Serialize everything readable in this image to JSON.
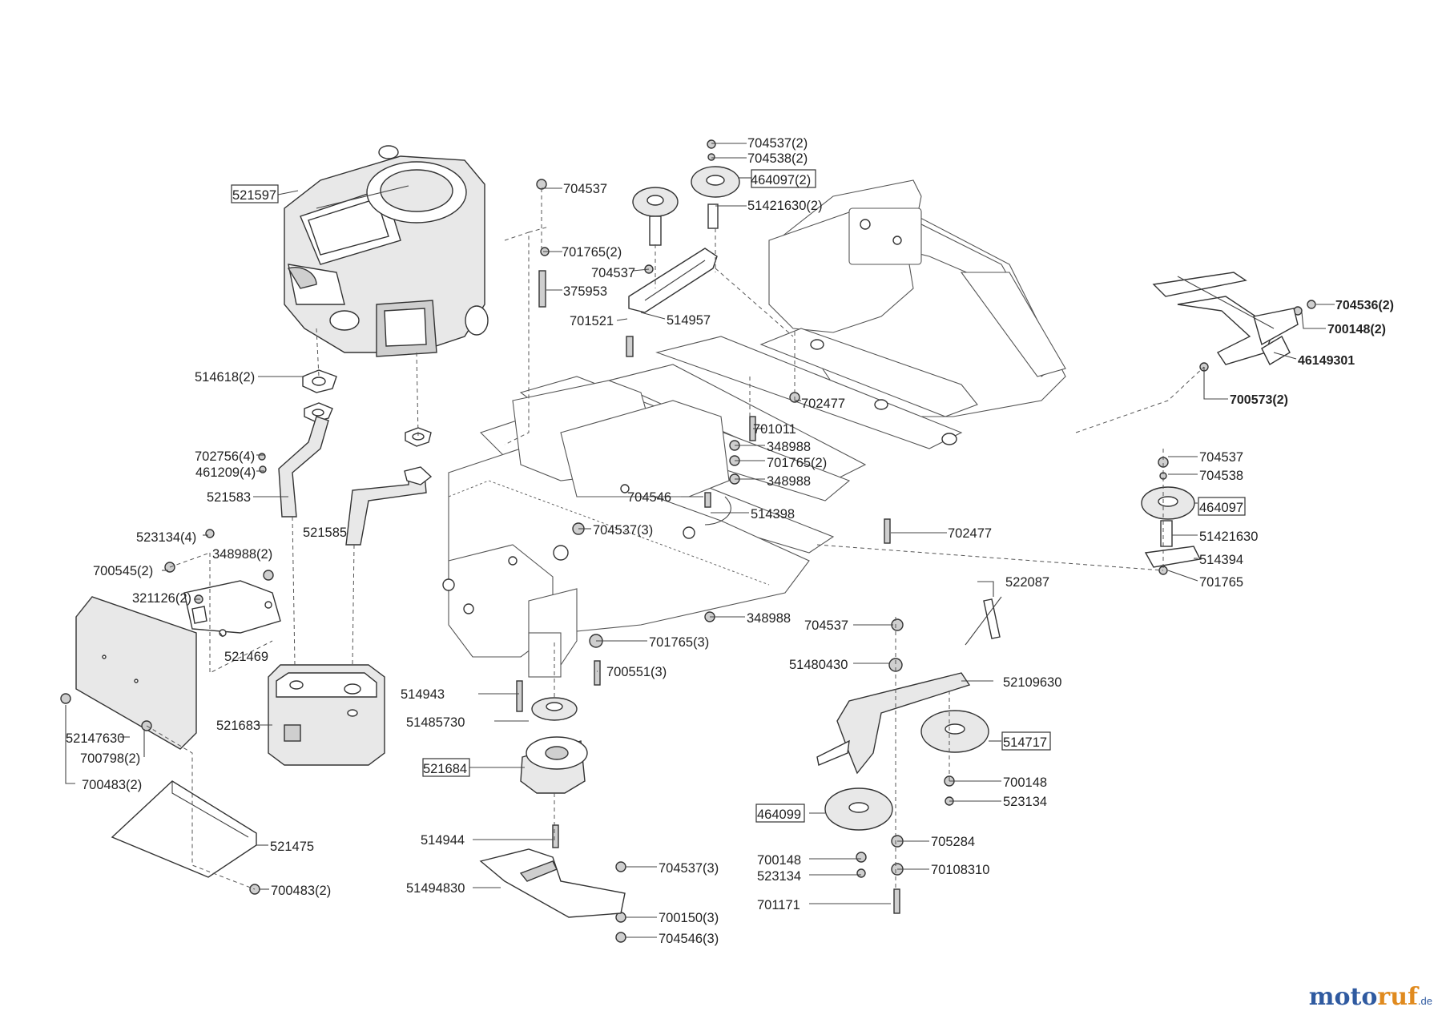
{
  "diagram": {
    "labels": {
      "p521597": "521597",
      "p704537_2": "704537(2)",
      "p704538_2": "704538(2)",
      "p464097_2": "464097(2)",
      "p51421630_2": "51421630(2)",
      "p704537_top": "704537",
      "p701765_2a": "701765(2)",
      "p704537_mid": "704537",
      "p375953": "375953",
      "p514957": "514957",
      "p701521": "701521",
      "p514618_2": "514618(2)",
      "p702756_4": "702756(4)",
      "p461209_4": "461209(4)",
      "p521583": "521583",
      "p521585": "521585",
      "p523134_4": "523134(4)",
      "p348988_2": "348988(2)",
      "p700545_2": "700545(2)",
      "p321126_2": "321126(2)",
      "p521469": "521469",
      "p521683": "521683",
      "p52147630": "52147630",
      "p700798_2": "700798(2)",
      "p700483_2a": "700483(2)",
      "p521475": "521475",
      "p700483_2b": "700483(2)",
      "p702477_a": "702477",
      "p701011": "701011",
      "p348988_a": "348988",
      "p701765_2b": "701765(2)",
      "p348988_b": "348988",
      "p704546": "704546",
      "p514398": "514398",
      "p704537_3a": "704537(3)",
      "p702477_b": "702477",
      "p348988_c": "348988",
      "p701765_3": "701765(3)",
      "p700551_3": "700551(3)",
      "p514943": "514943",
      "p51485730": "51485730",
      "p521684": "521684",
      "p514944": "514944",
      "p51494830": "51494830",
      "p704537_3b": "704537(3)",
      "p700150_3": "700150(3)",
      "p704546_3": "704546(3)",
      "p704536_2": "704536(2)",
      "p700148_2": "700148(2)",
      "p46149301": "46149301",
      "p700573_2": "700573(2)",
      "p704537_r": "704537",
      "p704538_r": "704538",
      "p464097": "464097",
      "p51421630": "51421630",
      "p514394": "514394",
      "p701765_r": "701765",
      "p522087": "522087",
      "p704537_m": "704537",
      "p51480430": "51480430",
      "p52109630": "52109630",
      "p514717": "514717",
      "p700148_a": "700148",
      "p523134_a": "523134",
      "p464099": "464099",
      "p705284": "705284",
      "p700148_b": "700148",
      "p70108310": "70108310",
      "p523134_b": "523134",
      "p701171": "701171"
    }
  },
  "watermark": {
    "part1": "moto",
    "part2": "ruf",
    "suffix": ".de"
  }
}
